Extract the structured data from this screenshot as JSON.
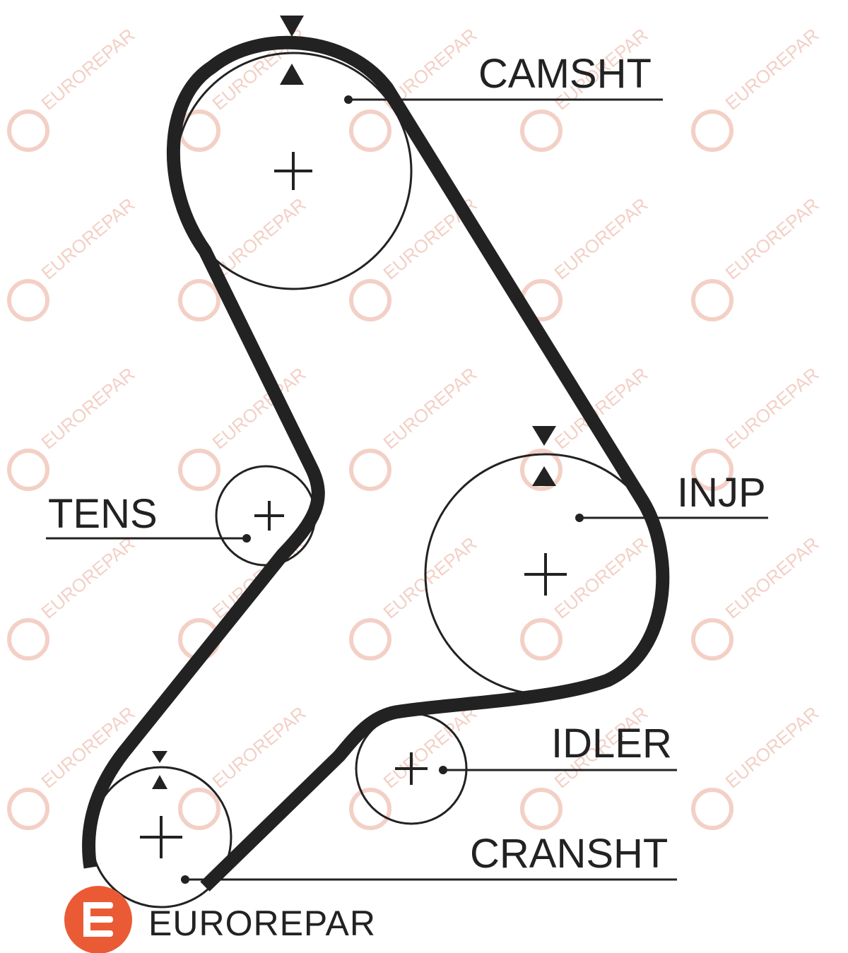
{
  "labels": {
    "camshaft": "CAMSHT",
    "injection_pump": "INJP",
    "tensioner": "TENS",
    "idler": "IDLER",
    "crankshaft": "CRANSHT"
  },
  "brand": {
    "name": "EUROREPAR",
    "watermark": "EUROREPAR",
    "color": "#ea5b35"
  },
  "colors": {
    "line": "#222222",
    "watermark": "#f3d0c6"
  }
}
